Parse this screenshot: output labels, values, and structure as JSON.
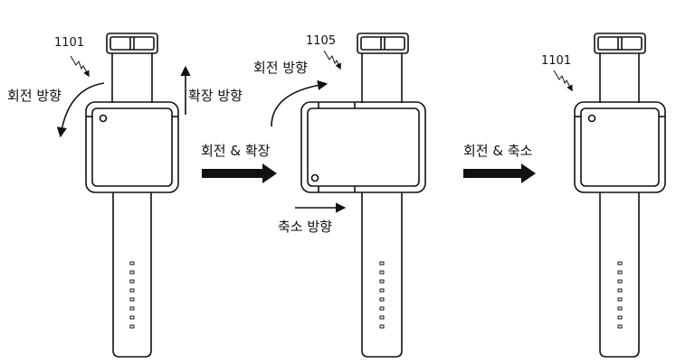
{
  "figure": {
    "watch1": {
      "ref": "1101",
      "rotation_label": "회전 방향",
      "expand_label": "확장 방향"
    },
    "transition1": {
      "label": "회전 & 확장"
    },
    "watch2": {
      "ref": "1105",
      "rotation_label": "회전 방향",
      "shrink_label": "축소 방향"
    },
    "transition2": {
      "label": "회전 & 축소"
    },
    "watch3": {
      "ref": "1101"
    }
  }
}
